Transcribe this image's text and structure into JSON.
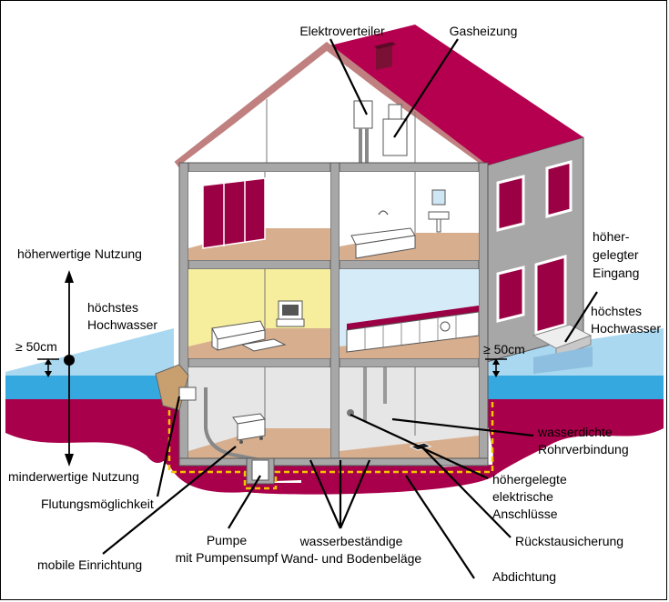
{
  "diagram": {
    "labels": {
      "elektroverteiler": "Elektroverteiler",
      "gasheizung": "Gasheizung",
      "hoeherwertige_nutzung": "höherwertige Nutzung",
      "hoechstes_hochwasser_left": [
        "höchstes",
        "Hochwasser"
      ],
      "ge_50cm_left": "≥ 50cm",
      "hoehergelegter_eingang": [
        "höher-",
        "gelegter",
        "Eingang"
      ],
      "hoechstes_hochwasser_right": [
        "höchstes",
        "Hochwasser"
      ],
      "ge_50cm_right": "≥ 50cm",
      "wasserdichte_rohrverbindung": [
        "wasserdichte",
        "Rohrverbindung"
      ],
      "minderwertige_nutzung": "minderwertige Nutzung",
      "hoehergelegte_elektrische_anschluesse": [
        "höhergelegte",
        "elektrische",
        "Anschlüsse"
      ],
      "flutungsmoeglichkeit": "Flutungsmöglichkeit",
      "rueckstausicherung": "Rückstausicherung",
      "mobile_einrichtung": "mobile Einrichtung",
      "pumpe_mit_pumpensumpf": [
        "Pumpe",
        "mit Pumpensumpf"
      ],
      "wasserbestaendige_belaege": [
        "wasserbeständige",
        "Wand- und Bodenbeläge"
      ],
      "abdichtung": "Abdichtung"
    },
    "colors": {
      "roof": "#b5004f",
      "roof_edge": "#c08080",
      "ground": "#a8004a",
      "water_surface": "#a9d8f0",
      "water_band": "#36a8e0",
      "wall_grey": "#a7a7a7",
      "floor": "#d7ae8e",
      "living_room_wall": "#f6ee9c",
      "kitchen_wall": "#d6ebf8",
      "furniture_accent": "#9a0043",
      "waterproofing": "#f5c400"
    }
  }
}
